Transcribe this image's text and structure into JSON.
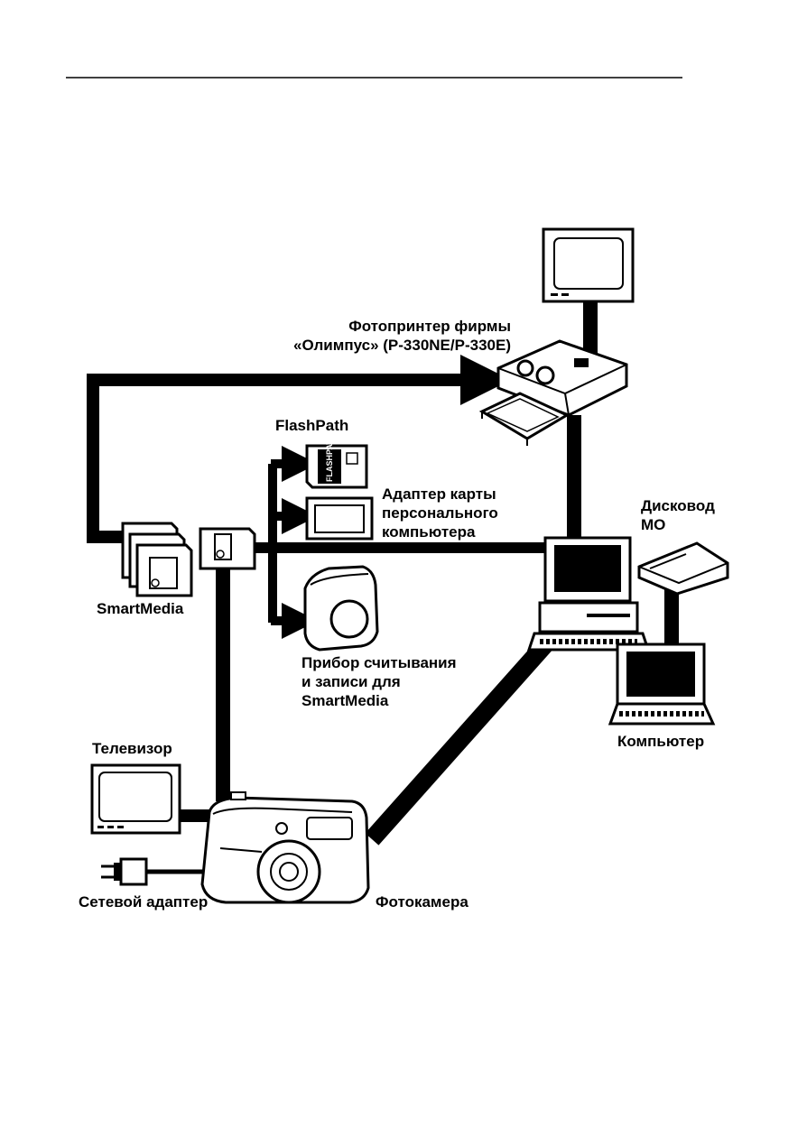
{
  "labels": {
    "printer": [
      "Фотопринтер фирмы",
      "«Олимпус» (P-330NE/P-330E)"
    ],
    "flashpath": "FlashPath",
    "pc_card_adapter": [
      "Адаптер карты",
      "персонального",
      "компьютера"
    ],
    "mo_drive": [
      "Дисковод",
      "MO"
    ],
    "smartmedia": "SmartMedia",
    "reader_writer": [
      "Прибор считывания",
      "и записи для",
      "SmartMedia"
    ],
    "tv": "Телевизор",
    "computer": "Компьютер",
    "camera": "Фотокамера",
    "ac_adapter": "Сетевой адаптер",
    "flashpath_card_text": "FLASHPATH"
  },
  "colors": {
    "line": "#000000",
    "background": "#ffffff"
  }
}
